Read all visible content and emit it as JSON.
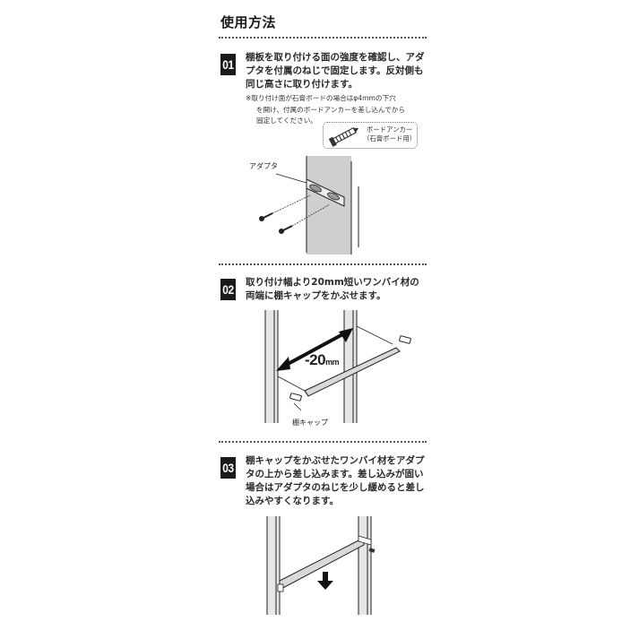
{
  "header": {
    "title": "使用方法"
  },
  "steps": [
    {
      "number": "01",
      "lines": [
        "棚板を取り付ける面の強度を確認し、アダ",
        "プタを付属のねじで固定します。反対側も",
        "同じ高さに取り付けます。"
      ],
      "note": {
        "lines": [
          "※取り付け面が石膏ボードの場合はφ4mmの下穴",
          "を開け、付属のボードアンカーを差し込んでから",
          "固定してください。"
        ]
      },
      "anchor_callout": {
        "line1": "ボードアンカー",
        "line2": "（石膏ボード用）"
      },
      "figure": {
        "label_adapter": "アダプタ"
      }
    },
    {
      "number": "02",
      "lines": [
        "取り付け幅より20mm短いワンバイ材の",
        "両端に棚キャップをかぶせます。"
      ],
      "figure": {
        "dimension_value": "-20",
        "dimension_unit": "mm",
        "label_cap": "棚キャップ"
      }
    },
    {
      "number": "03",
      "lines": [
        "棚キャップをかぶせたワンバイ材をアダプ",
        "タの上から差し込みます。差し込みが固い",
        "場合はアダプタのねじを少し緩めると差し",
        "込みやすくなります。"
      ]
    }
  ],
  "colors": {
    "badge_bg": "#1b1b1b",
    "wall_gray": "#cfcfcf",
    "board_gray": "#d9d9d9",
    "line": "#222222"
  }
}
